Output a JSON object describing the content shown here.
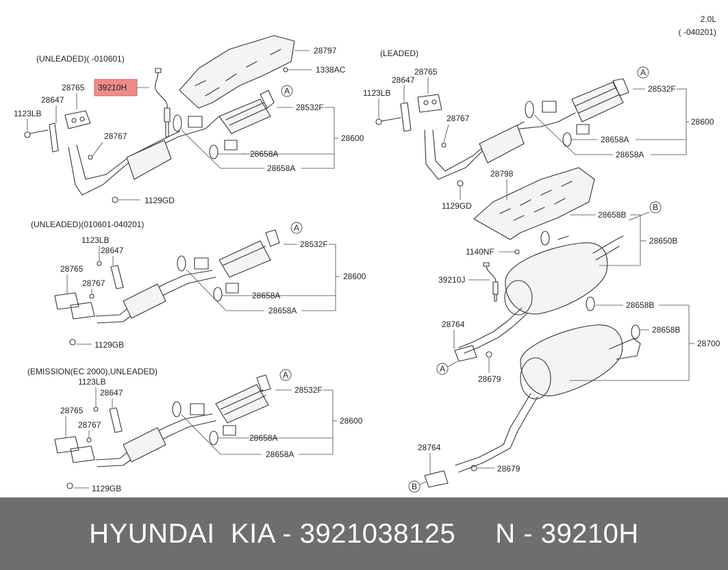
{
  "header": {
    "engine": "2.0L",
    "period": "( -040201)"
  },
  "sections": {
    "unleaded_early": "(UNLEADED)( -010601)",
    "leaded": "(LEADED)",
    "unleaded_mid": "(UNLEADED)(010601-040201)",
    "emission": "(EMISSION(EC 2000),UNLEADED)"
  },
  "highlight": {
    "part_number": "39210H",
    "color": "#f08a8a"
  },
  "parts": {
    "p28797": "28797",
    "p1338AC": "1338AC",
    "p28532F": "28532F",
    "p28600": "28600",
    "p28658A": "28658A",
    "p28765": "28765",
    "p28647": "28647",
    "p1123LB": "1123LB",
    "p28767": "28767",
    "p1129GD": "1129GD",
    "p1129GB": "1129GB",
    "p28798": "28798",
    "p1140NF": "1140NF",
    "p39210J": "39210J",
    "p28658B": "28658B",
    "p28650B": "28650B",
    "p28764": "28764",
    "p28679": "28679",
    "p28700": "28700"
  },
  "refs": {
    "a": "A",
    "b": "B"
  },
  "footer": {
    "text": "HYUNDAI  KIA - 3921038125     N - 39210H",
    "bg": "#6e6e6e"
  }
}
